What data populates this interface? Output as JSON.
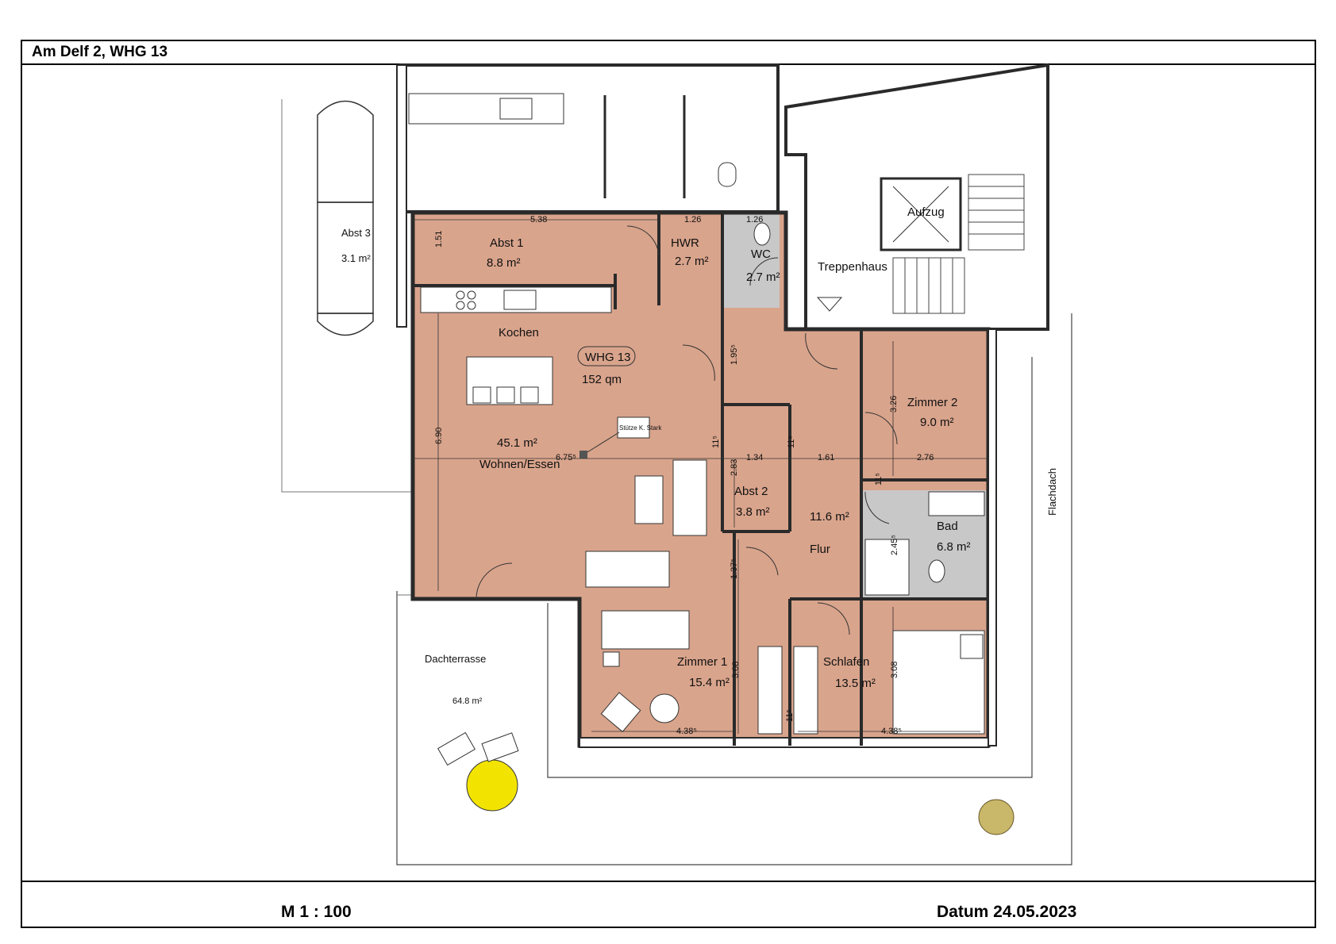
{
  "header": {
    "title": "Am Delf 2, WHG 13"
  },
  "footer": {
    "scale": "M   1 : 100",
    "date": "Datum  24.05.2023"
  },
  "apartment": {
    "label": "WHG 13",
    "area": "152 qm"
  },
  "rooms": {
    "abst3": {
      "name": "Abst 3",
      "area": "3.1 m²"
    },
    "abst1": {
      "name": "Abst 1",
      "area": "8.8 m²"
    },
    "hwr": {
      "name": "HWR",
      "area": "2.7 m²"
    },
    "wc": {
      "name": "WC",
      "area": "2.7 m²"
    },
    "treppenhaus": {
      "name": "Treppenhaus"
    },
    "aufzug": {
      "name": "Aufzug"
    },
    "kochen": {
      "name": "Kochen"
    },
    "wohnen": {
      "name": "Wohnen/Essen",
      "area": "45.1 m²"
    },
    "zimmer2": {
      "name": "Zimmer 2",
      "area": "9.0 m²"
    },
    "abst2": {
      "name": "Abst 2",
      "area": "3.8 m²"
    },
    "flur": {
      "name": "Flur",
      "area": "11.6 m²"
    },
    "bad": {
      "name": "Bad",
      "area": "6.8 m²"
    },
    "zimmer1": {
      "name": "Zimmer 1",
      "area": "15.4 m²"
    },
    "schlafen": {
      "name": "Schlafen",
      "area": "13.5 m²"
    },
    "dachterrasse": {
      "name": "Dachterrasse",
      "area": "64.8 m²"
    },
    "flachdach": {
      "name": "Flachdach"
    }
  },
  "annotations": {
    "stuetze": "Stütze K. Stark"
  },
  "dimensions": {
    "d538": "5.38",
    "d126a": "1.26",
    "d126b": "1.26",
    "d151": "1.51",
    "d690": "6.90",
    "d675": "6.75⁵",
    "d195": "1.95⁵",
    "d326": "3.26",
    "d276": "2.76",
    "d134": "1.34",
    "d161": "1.61",
    "d283": "2.83",
    "d245": "2.45⁵",
    "d137": "1.37⁵",
    "d308a": "3.08",
    "d308b": "3.08",
    "d438a": "4.38⁵",
    "d438b": "4.38⁵",
    "d115a": "11⁵",
    "d115b": "11⁵",
    "d115c": "11⁵",
    "d115d": "11⁵"
  },
  "colors": {
    "floor": "#d9a48c",
    "wet": "#c8c8c8",
    "wall": "#2a2a2a",
    "terrace": "#ffffff"
  }
}
